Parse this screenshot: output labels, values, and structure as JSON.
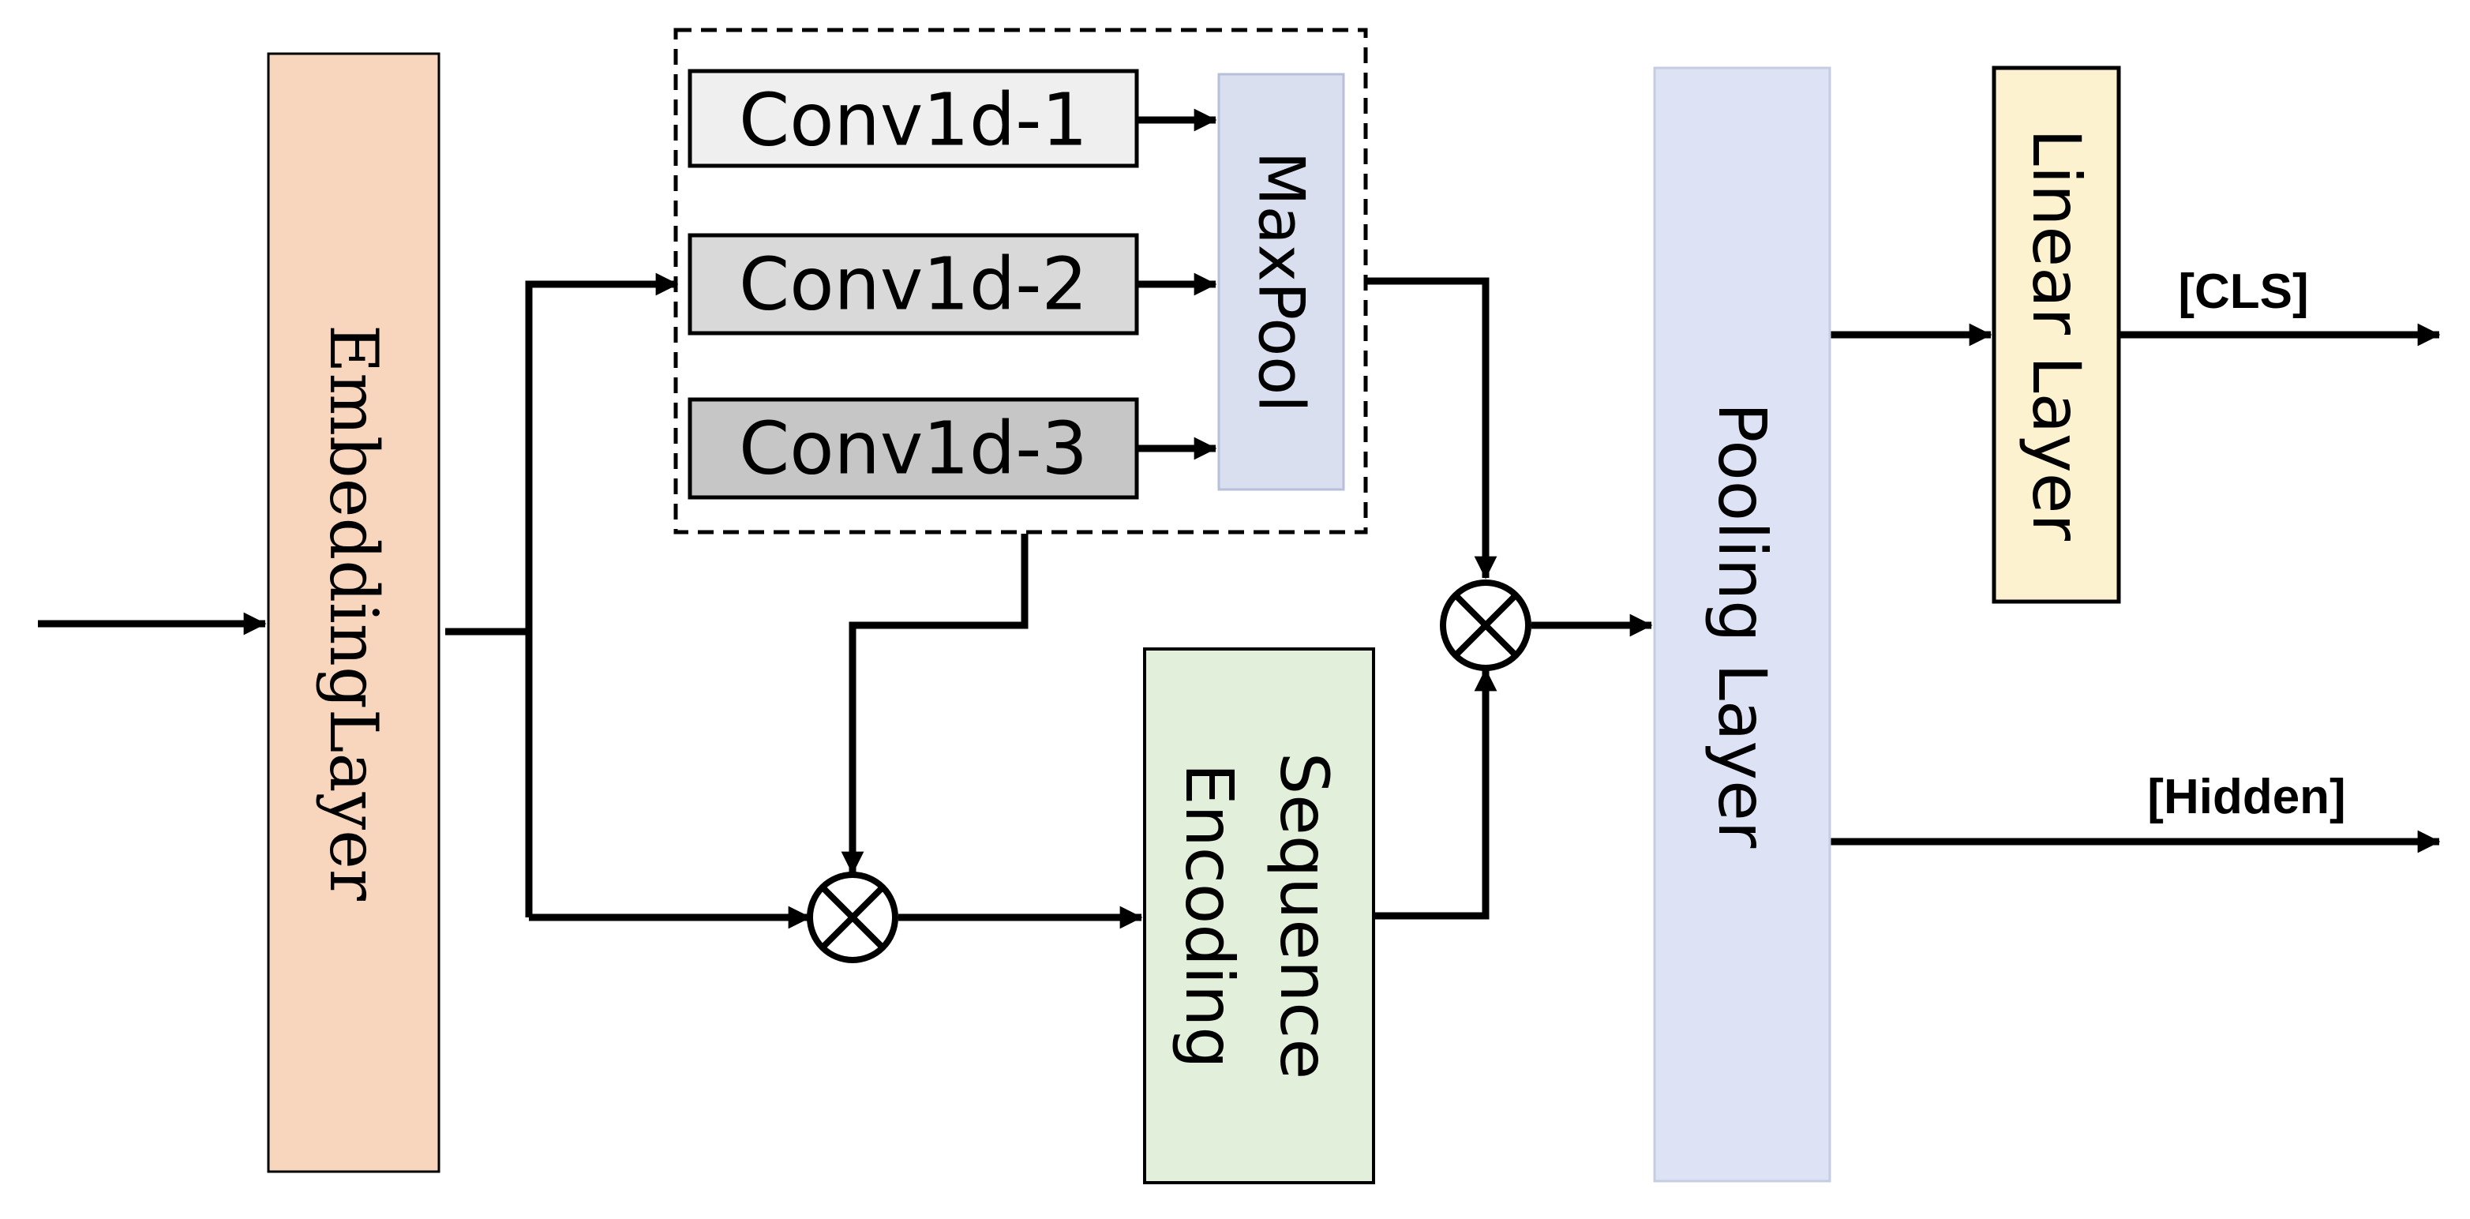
{
  "diagram": {
    "embedding_layer": "EmbeddingLayer",
    "conv1": "Conv1d-1",
    "conv2": "Conv1d-2",
    "conv3": "Conv1d-3",
    "maxpool": "MaxPool",
    "sequence_line1": "Sequence",
    "sequence_line2": "Encoding",
    "pooling_layer": "Pooling Layer",
    "linear_layer": "Linear Layer",
    "cls_output": "[CLS]",
    "hidden_output": "[Hidden]",
    "multiply_symbol": "⊗"
  },
  "colors": {
    "embedding_fill": "#f8d5bd",
    "conv1_fill": "#efefef",
    "conv2_fill": "#d9d9d9",
    "conv3_fill": "#c6c6c6",
    "maxpool_fill": "#dadff0",
    "sequence_fill": "#e2efda",
    "pooling_fill": "#dde3f4",
    "linear_fill": "#fdf2cf",
    "stroke": "#000000"
  }
}
